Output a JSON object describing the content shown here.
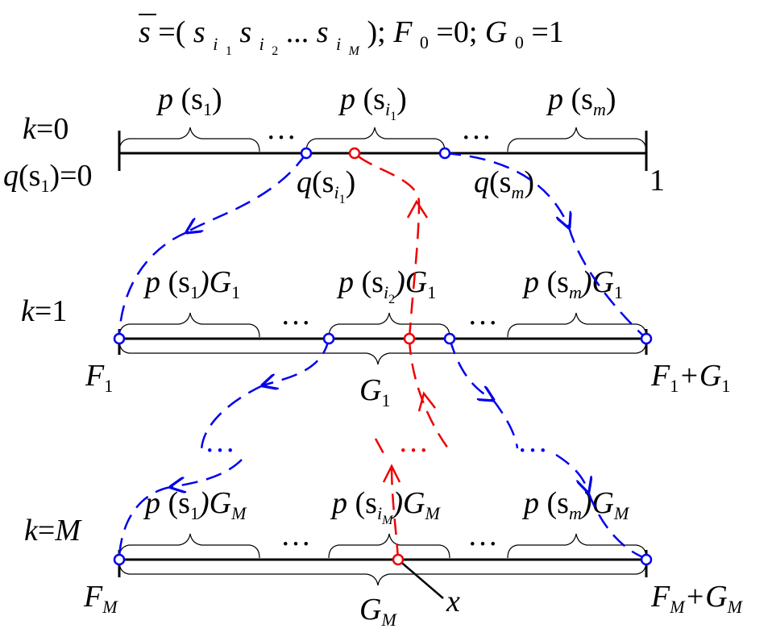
{
  "header": {
    "s": "s",
    "eq": " =(",
    "s1": "s",
    "s1_i": "i",
    "s1_n": "1",
    "s2": " s",
    "s2_i": "i",
    "s2_n": "2",
    "dots": " ... ",
    "s3": "s",
    "s3_i": "i",
    "s3_n": "M",
    "close": ");",
    "F": " F",
    "F_sub": "0",
    "F_val": "=0;",
    "G": " G",
    "G_sub": "0",
    "G_val": "=1"
  },
  "rows": [
    {
      "k_label": "k",
      "k_eq": "=",
      "k_val": "0",
      "left_label": {
        "q": "q",
        "open": "(s",
        "sub": "1",
        "close": ")=0"
      },
      "right_label": "1",
      "seg_labels": [
        {
          "p": "p",
          "open": " (s",
          "sub": "1",
          "subsub": "",
          "close": ")",
          "g": "",
          "g_sub": ""
        },
        {
          "p": "p",
          "open": " (s",
          "sub": "i",
          "subsub": "1",
          "close": ")",
          "g": "",
          "g_sub": ""
        },
        {
          "p": "p",
          "open": " (s",
          "sub": "m",
          "subsub": "",
          "close": ")",
          "g": "",
          "g_sub": ""
        }
      ],
      "dots": [
        "…",
        "…"
      ],
      "below": [
        {
          "q": "q",
          "open": "(s",
          "sub": "i",
          "subsub": "1",
          "close": ")"
        },
        {
          "q": "q",
          "open": "(s",
          "sub": "m",
          "subsub": "",
          "close": ")"
        }
      ]
    },
    {
      "k_label": "k",
      "k_eq": "=",
      "k_val": "1",
      "left_label": {
        "F": "F",
        "sub": "1"
      },
      "right_label": {
        "F": "F",
        "sub": "1",
        "plus": "+G",
        "sub2": "1"
      },
      "seg_labels": [
        {
          "p": "p",
          "open": " (s",
          "sub": "1",
          "subsub": "",
          "close": ")G",
          "g_sub": "1"
        },
        {
          "p": "p",
          "open": " (s",
          "sub": "i",
          "subsub": "2",
          "close": ")G",
          "g_sub": "1"
        },
        {
          "p": "p",
          "open": " (s",
          "sub": "m",
          "subsub": "",
          "close": ")G",
          "g_sub": "1"
        }
      ],
      "dots": [
        "…",
        "…"
      ],
      "G_label": {
        "G": "G",
        "sub": "1"
      }
    },
    {
      "k_label": "k",
      "k_eq": "=",
      "k_val": "M",
      "left_label": {
        "F": "F",
        "sub": "M"
      },
      "right_label": {
        "F": "F",
        "sub": "M",
        "plus": "+G",
        "sub2": "M"
      },
      "seg_labels": [
        {
          "p": "p",
          "open": " (s",
          "sub": "1",
          "subsub": "",
          "close": ")G",
          "g_sub": "M"
        },
        {
          "p": "p",
          "open": " (s",
          "sub": "i",
          "subsub": "M",
          "close": ")G",
          "g_sub": "M"
        },
        {
          "p": "p",
          "open": " (s",
          "sub": "m",
          "subsub": "",
          "close": ")G",
          "g_sub": "M"
        }
      ],
      "dots": [
        "…",
        "…"
      ],
      "G_label": {
        "G": "G",
        "sub": "M"
      },
      "x_label": "x"
    }
  ],
  "mid_dots": {
    "blue_left": "…",
    "red": "…",
    "blue_right": "…"
  },
  "colors": {
    "path_blue": "#0000ee",
    "path_red": "#ee0000",
    "axis": "#000000"
  }
}
